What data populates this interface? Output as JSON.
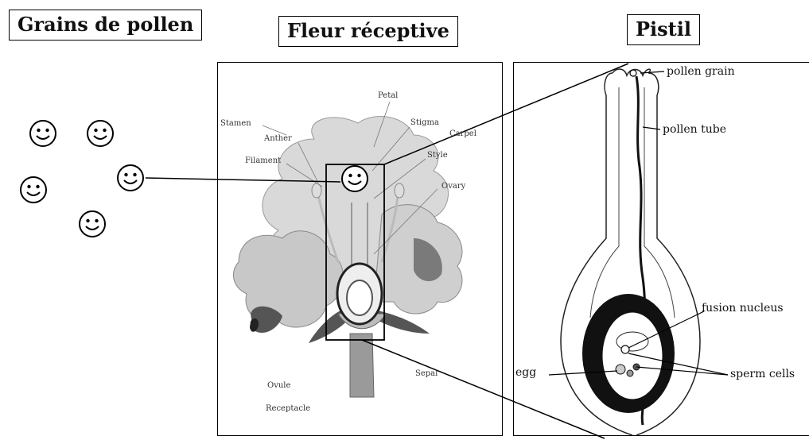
{
  "titles": {
    "pollen_grains": "Grains de pollen",
    "receptive_flower": "Fleur réceptive",
    "pistil": "Pistil"
  },
  "flower_labels": {
    "petal": "Petal",
    "stamen": "Stamen",
    "stigma": "Stigma",
    "carpel": "Carpel",
    "anther": "Anther",
    "style": "Style",
    "filament": "Filament",
    "ovary": "Ovary",
    "sepal": "Sepal",
    "ovule": "Ovule",
    "receptacle": "Receptacle"
  },
  "pistil_labels": {
    "pollen_grain": "pollen grain",
    "pollen_tube": "pollen tube",
    "fusion_nucleus": "fusion nucleus",
    "egg": "egg",
    "sperm_cells": "sperm cells"
  },
  "icons": {
    "pollen_grain_symbol": "smiley-face-icon"
  },
  "colors": {
    "stroke": "#000000",
    "petal_fill": "#d9d9d9",
    "petal_dark": "#8a8a8a",
    "ovary_wall": "#111111"
  }
}
